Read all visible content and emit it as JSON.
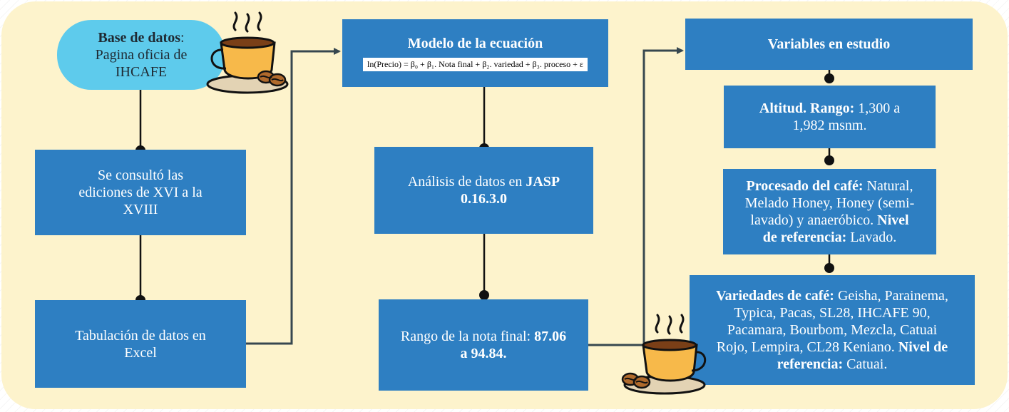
{
  "colors": {
    "background": "#fdf3cc",
    "box": "#2e7fc2",
    "pill": "#5ecbec",
    "connector": "#37474f",
    "dot": "#111111",
    "cup": "#f7b94a",
    "bean": "#b06a2c"
  },
  "icons": [
    "coffee-cup-icon",
    "coffee-cup-icon"
  ],
  "col1": {
    "database": {
      "bold": "Base de datos",
      "colon": ":",
      "line1": "Pagina oficia de",
      "line2": "IHCAFE"
    },
    "consult": {
      "line1": "Se consultó las",
      "line2": "ediciones de XVI a la",
      "line3": "XVIII"
    },
    "tabulation": {
      "line1": "Tabulación de datos en",
      "line2": "Excel"
    }
  },
  "col2": {
    "model": {
      "title": "Modelo de la ecuación",
      "formula": "ln(Precio) = β₀ + β₁. Nota final + β₂. variedad + β₃. proceso +  ε"
    },
    "analysis": {
      "text": "Análisis de datos en ",
      "bold1": "JASP",
      "bold2": "0.16.3.0"
    },
    "range": {
      "text": "Rango de la nota final: ",
      "bold1": "87.06",
      "bold2": "a 94.84."
    }
  },
  "col3": {
    "variables": {
      "title": "Variables en estudio"
    },
    "altitude": {
      "bold": "Altitud. Rango:",
      "text1": " 1,300 a",
      "text2": "1,982 msnm."
    },
    "process": {
      "bold1": "Procesado del café:",
      "text1": " Natural,",
      "line2": "Melado Honey, Honey (semi-",
      "text3": "lavado) y anaeróbico. ",
      "bold3": "Nivel",
      "bold4": "de referencia:",
      "text4": " Lavado."
    },
    "varieties": {
      "bold1": "Variedades de café:",
      "text1": " Geisha, Parainema,",
      "line2": "Typica, Pacas, SL28, IHCAFE 90,",
      "line3": "Pacamara, Bourbom, Mezcla, Catuai",
      "text4": "Rojo, Lempira, CL28 Keniano. ",
      "bold4": "Nivel de",
      "bold5": "referencia:",
      "text5": " Catuai."
    }
  }
}
